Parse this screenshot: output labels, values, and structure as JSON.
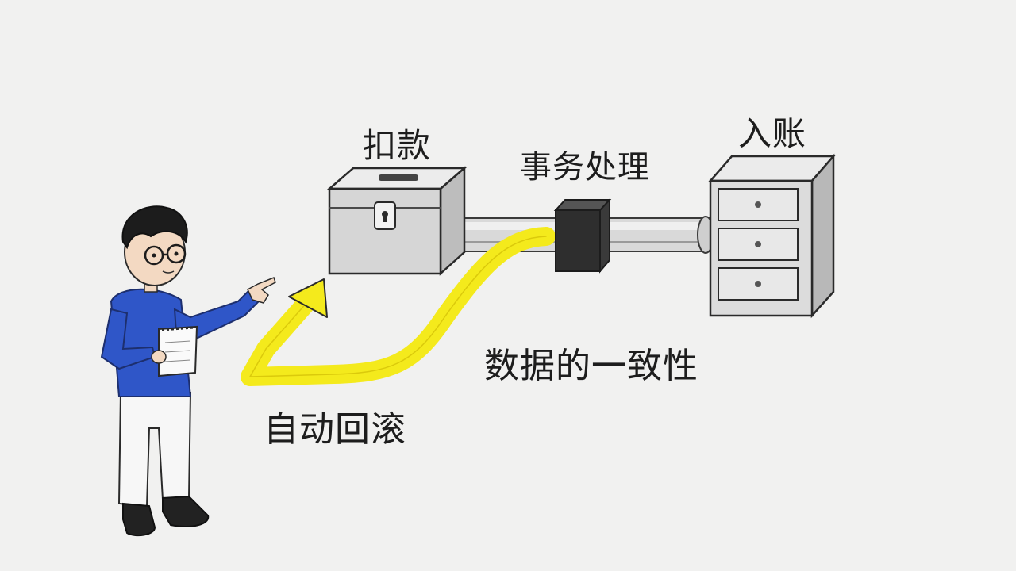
{
  "labels": {
    "debit": "扣款",
    "transaction": "事务处理",
    "credit": "入账",
    "consistency": "数据的一致性",
    "rollback": "自动回滚"
  },
  "icons": {
    "person": "person-pointing-icon",
    "box": "lockbox-icon",
    "pipe": "pipe-icon",
    "connector": "transaction-block-icon",
    "cabinet": "drawer-cabinet-icon",
    "arrow": "rollback-arrow-icon"
  },
  "colors": {
    "background": "#f1f1f0",
    "arrow": "#f4ea1c",
    "sweater": "#2f56c8",
    "outline": "#2a2a2a",
    "box": "#d6d6d6",
    "block": "#2e2e2e"
  }
}
